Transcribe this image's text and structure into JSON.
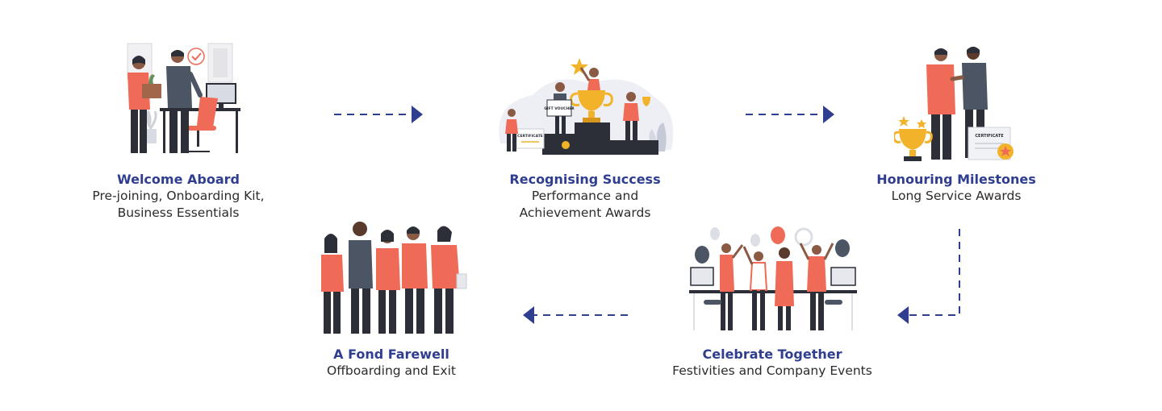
{
  "stages": [
    {
      "title": "Welcome Aboard",
      "description": "Pre-joining, Onboarding Kit,\nBusiness Essentials"
    },
    {
      "title": "Recognising Success",
      "description": "Performance and\nAchievement Awards",
      "certificate_text": "CERTIFICATE",
      "voucher_text": "GIFT VOUCHER"
    },
    {
      "title": "Honouring Milestones",
      "description": "Long Service Awards",
      "certificate_text": "CERTIFICATE"
    },
    {
      "title": "Celebrate Together",
      "description": "Festivities and Company Events"
    },
    {
      "title": "A Fond Farewell",
      "description": "Offboarding and Exit"
    }
  ],
  "colors": {
    "title": "#2f3e8f",
    "arrow": "#2f3e8f",
    "accent": "#ef6b57",
    "dark": "#2c2f38"
  }
}
